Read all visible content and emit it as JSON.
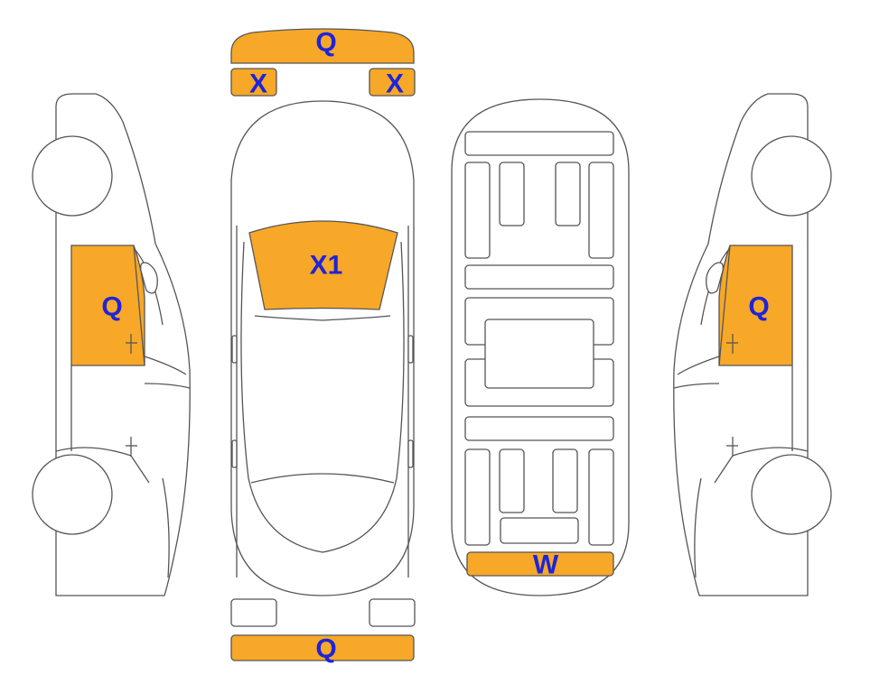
{
  "colors": {
    "highlight": "#F7A828",
    "label": "#1F24D8",
    "outline": "#555555",
    "background": "#ffffff"
  },
  "labels": {
    "front_bumper": "Q",
    "headlight_left": "X",
    "headlight_right": "X",
    "windshield": "X1",
    "rear_bumper": "Q",
    "underbody_rear": "W",
    "left_front_door": "Q",
    "right_front_door": "Q"
  }
}
